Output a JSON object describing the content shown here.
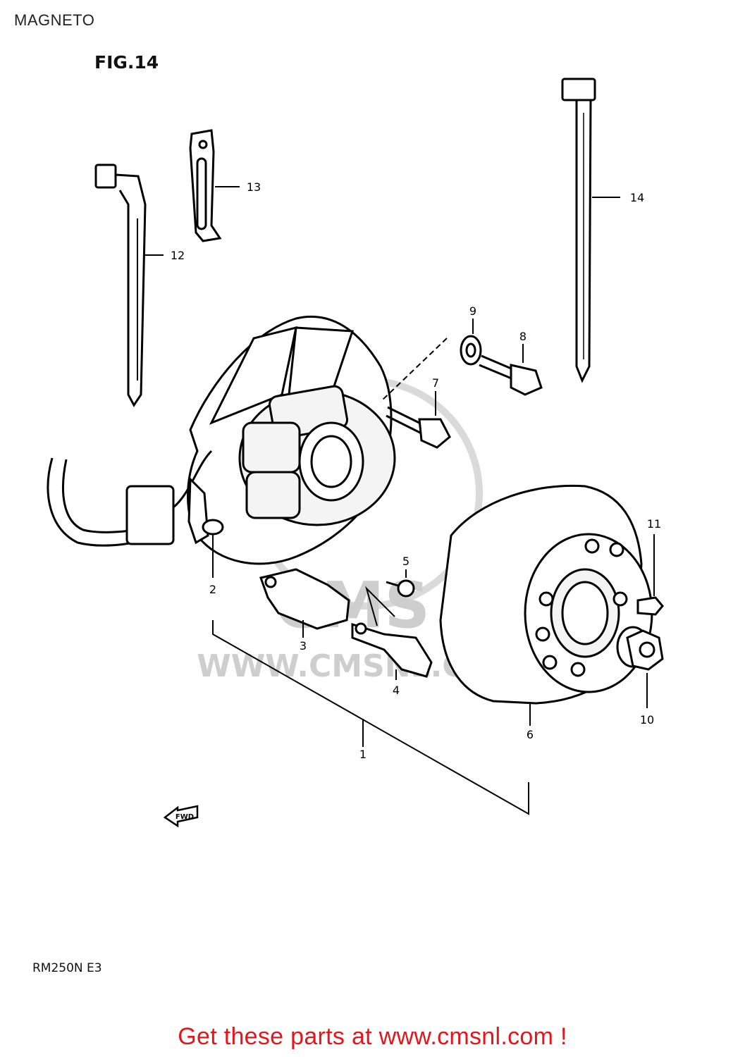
{
  "header": {
    "title": "MAGNETO",
    "figure": "FIG.14"
  },
  "watermark": {
    "brand": "CMS",
    "url": "WWW.CMSNL.COM"
  },
  "diagram": {
    "fwd_arrow": "FWD",
    "callouts": [
      {
        "id": "1",
        "label": "1"
      },
      {
        "id": "2",
        "label": "2"
      },
      {
        "id": "3",
        "label": "3"
      },
      {
        "id": "4",
        "label": "4"
      },
      {
        "id": "5",
        "label": "5"
      },
      {
        "id": "6",
        "label": "6"
      },
      {
        "id": "7",
        "label": "7"
      },
      {
        "id": "8",
        "label": "8"
      },
      {
        "id": "9",
        "label": "9"
      },
      {
        "id": "10",
        "label": "10"
      },
      {
        "id": "11",
        "label": "11"
      },
      {
        "id": "12",
        "label": "12"
      },
      {
        "id": "13",
        "label": "13"
      },
      {
        "id": "14",
        "label": "14"
      }
    ]
  },
  "model": "RM250N E3",
  "footer": {
    "cta": "Get these parts at www.cmsnl.com !"
  },
  "colors": {
    "footer_text": "#e4151b",
    "line": "#000000",
    "watermark": "#c9c9c9"
  }
}
